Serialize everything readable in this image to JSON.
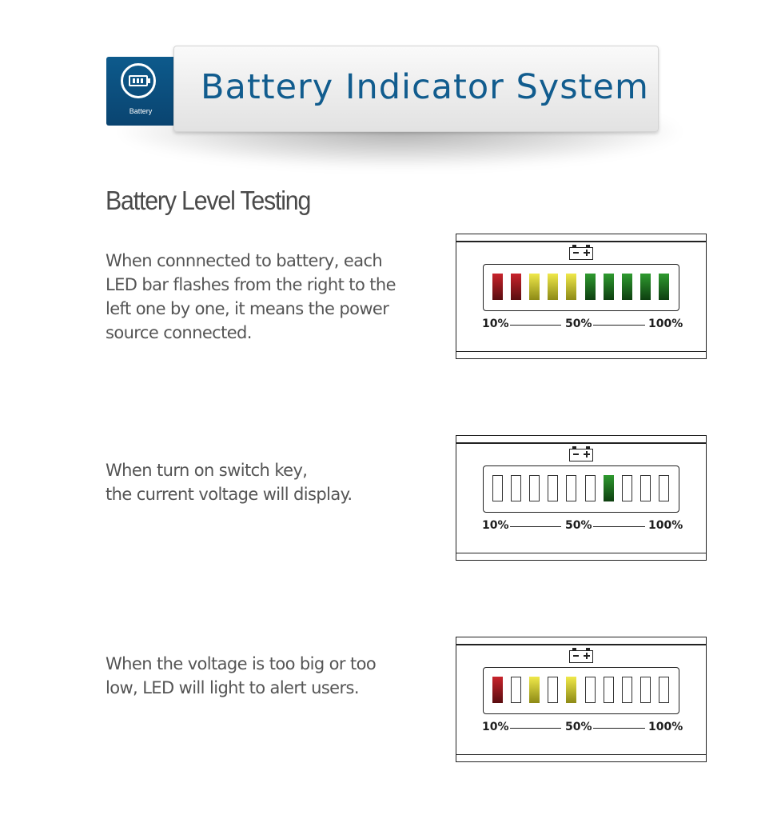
{
  "header": {
    "badge_icon": "battery-icon",
    "badge_label": "Battery",
    "title": "Battery Indicator System",
    "accent_color": "#115c8e"
  },
  "section": {
    "heading": "Battery Level Testing"
  },
  "panels": [
    {
      "description": [
        "When connnected to battery, each",
        "LED bar flashes from the right to the",
        "left one by one, it means the power",
        "source connected."
      ],
      "leds": [
        "red",
        "red",
        "yellow",
        "yellow",
        "yellow",
        "green",
        "green",
        "green",
        "green",
        "green"
      ],
      "scale": {
        "low": "10%",
        "mid": "50%",
        "high": "100%"
      }
    },
    {
      "description": [
        "When turn on switch key,",
        "the current voltage will display."
      ],
      "leds": [
        "off",
        "off",
        "off",
        "off",
        "off",
        "off",
        "green",
        "off",
        "off",
        "off"
      ],
      "scale": {
        "low": "10%",
        "mid": "50%",
        "high": "100%"
      }
    },
    {
      "description": [
        "When the voltage is too big or too",
        "low, LED will light to alert users."
      ],
      "leds": [
        "red",
        "off",
        "yellow",
        "off",
        "yellow",
        "off",
        "off",
        "off",
        "off",
        "off"
      ],
      "scale": {
        "low": "10%",
        "mid": "50%",
        "high": "100%"
      }
    }
  ],
  "led_colors": {
    "red": "#c8232b",
    "yellow": "#efe84a",
    "green": "#2f9a2f"
  }
}
